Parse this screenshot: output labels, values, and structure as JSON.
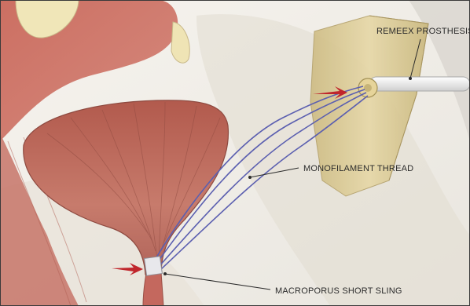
{
  "labels": {
    "remeex": "REMEEX PROSTHESIS",
    "monofilament": "MONOFILAMENT THREAD",
    "sling": "MACROPORUS SHORT SLING"
  },
  "colors": {
    "background": "#f1eee8",
    "bladder": "#b86a5e",
    "muscle": "#c97a6f",
    "thread": "#5b5fb0",
    "arrow": "#c0262c",
    "prosthesis": "#d8c792",
    "border": "#3a3a3a"
  }
}
